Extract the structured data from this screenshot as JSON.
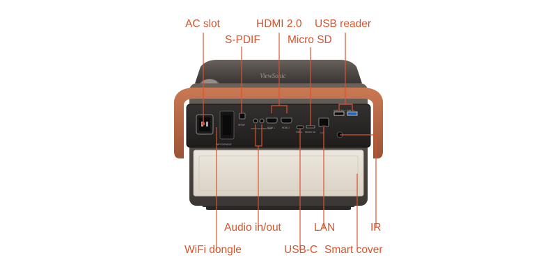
{
  "accent_color": "#d9542a",
  "device": {
    "body_color": "#4f4a46",
    "panel_color": "#2a2a2a",
    "cover_color": "#e3ddd2",
    "handle_color": "#b8653f",
    "brand_text": "ViewSonic",
    "port_captions": {
      "spdif": "SPDIF",
      "audio": "AUDIO IN  AUDIO OUT",
      "hdmi1": "HDMI 1",
      "hdmi2": "HDMI 2",
      "usbc": "USB-C",
      "microsd": "MICRO SD",
      "lan": "LAN",
      "usb1": "USB TYPE A",
      "usb2": "USB 3.0",
      "wifi": "WiFi DONGLE"
    }
  },
  "labels": {
    "ac_slot": "AC slot",
    "spdif": "S-PDIF",
    "hdmi": "HDMI 2.0",
    "usb_reader": "USB reader",
    "micro_sd": "Micro SD",
    "audio": "Audio in/out",
    "lan": "LAN",
    "ir": "IR",
    "wifi_dongle": "WiFi dongle",
    "usb_c": "USB-C",
    "smart_cover": "Smart cover"
  }
}
